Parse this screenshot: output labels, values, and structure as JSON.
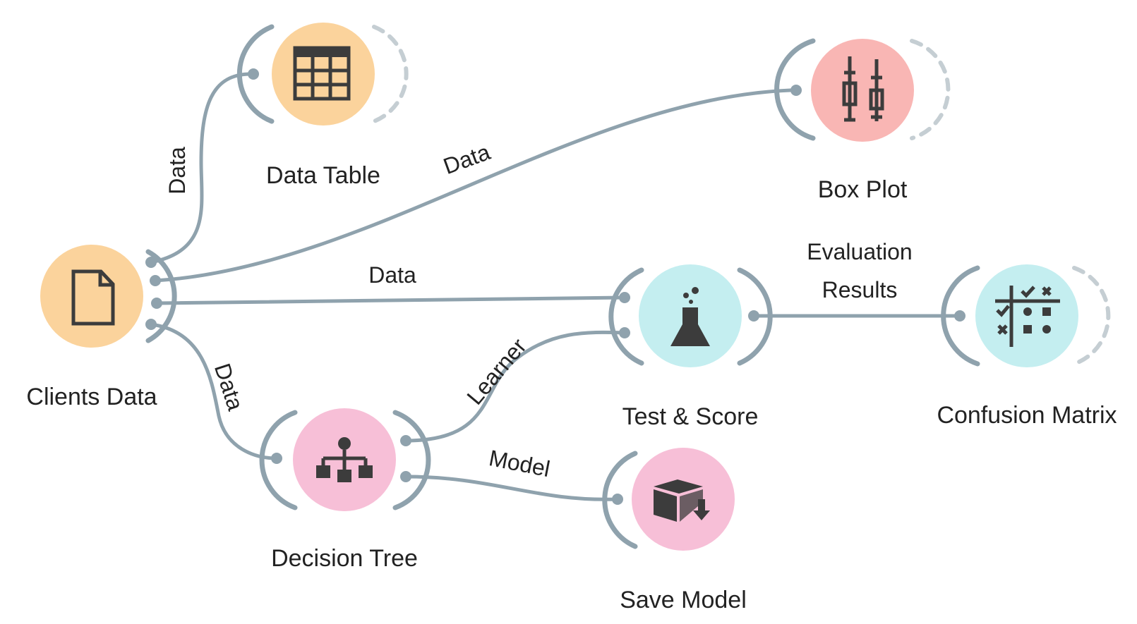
{
  "widgets": {
    "clients_data": {
      "label": "Clients Data",
      "icon": "document-icon",
      "color": "#fbd39c"
    },
    "data_table": {
      "label": "Data Table",
      "icon": "table-grid-icon",
      "color": "#fbd39c"
    },
    "box_plot": {
      "label": "Box Plot",
      "icon": "box-plot-icon",
      "color": "#f9b6b4"
    },
    "test_score": {
      "label": "Test & Score",
      "icon": "flask-icon",
      "color": "#c4eef0"
    },
    "confusion_matrix": {
      "label": "Confusion Matrix",
      "icon": "matrix-icon",
      "color": "#c4eef0"
    },
    "decision_tree": {
      "label": "Decision Tree",
      "icon": "tree-icon",
      "color": "#f7bfd7"
    },
    "save_model": {
      "label": "Save Model",
      "icon": "save-box-icon",
      "color": "#f7bfd7"
    }
  },
  "links": {
    "to_data_table": "Data",
    "to_box_plot": "Data",
    "to_test_score": "Data",
    "to_decision_tree": "Data",
    "learner": "Learner",
    "model": "Model",
    "evaluation_line1": "Evaluation",
    "evaluation_line2": "Results"
  }
}
